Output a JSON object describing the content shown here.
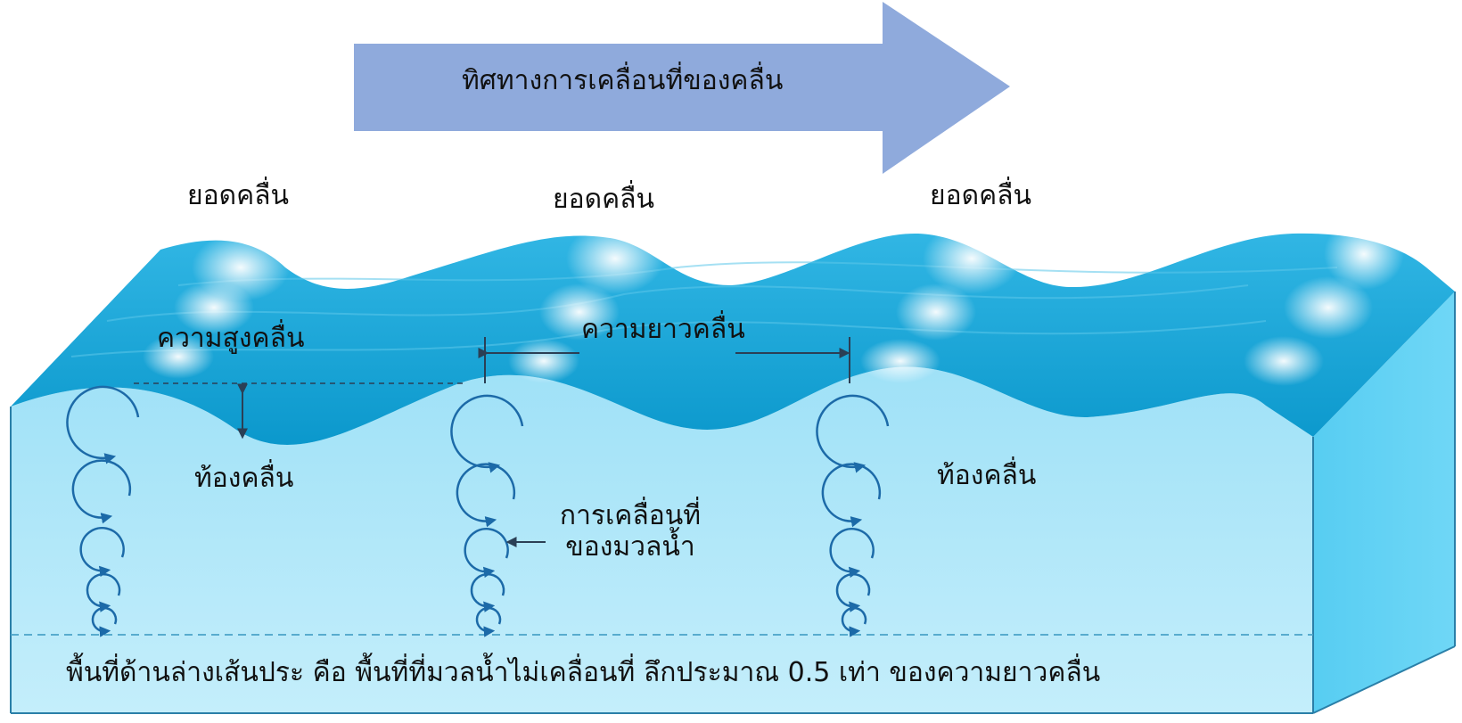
{
  "colors": {
    "arrow_fill": "#8faadc",
    "water_top": "#10a4d6",
    "water_top_light": "#36b9e6",
    "water_body": "#a3e3f8",
    "water_body_light": "#c9effb",
    "water_side": "#5fd2f5",
    "orbit_stroke": "#1c6aa8",
    "measure_stroke": "#2b3f55"
  },
  "labels": {
    "direction": "ทิศทางการเคลื่อนที่ของคลื่น",
    "crest_1": "ยอดคลื่น",
    "crest_2": "ยอดคลื่น",
    "crest_3": "ยอดคลื่น",
    "wave_height": "ความสูงคลื่น",
    "wavelength": "ความยาวคลื่น",
    "trough_1": "ท้องคลื่น",
    "trough_2": "ท้องคลื่น",
    "particle_motion_line1": "การเคลื่อนที่",
    "particle_motion_line2": "ของมวลน้ำ",
    "bottom_note": "พื้นที่ด้านล่างเส้นประ คือ พื้นที่ที่มวลน้ำไม่เคลื่อนที่ ลึกประมาณ 0.5 เท่า ของความยาวคลื่น"
  },
  "icons": {
    "direction_arrow": "right-arrow-icon",
    "orbit": "circular-arrow-icon"
  }
}
